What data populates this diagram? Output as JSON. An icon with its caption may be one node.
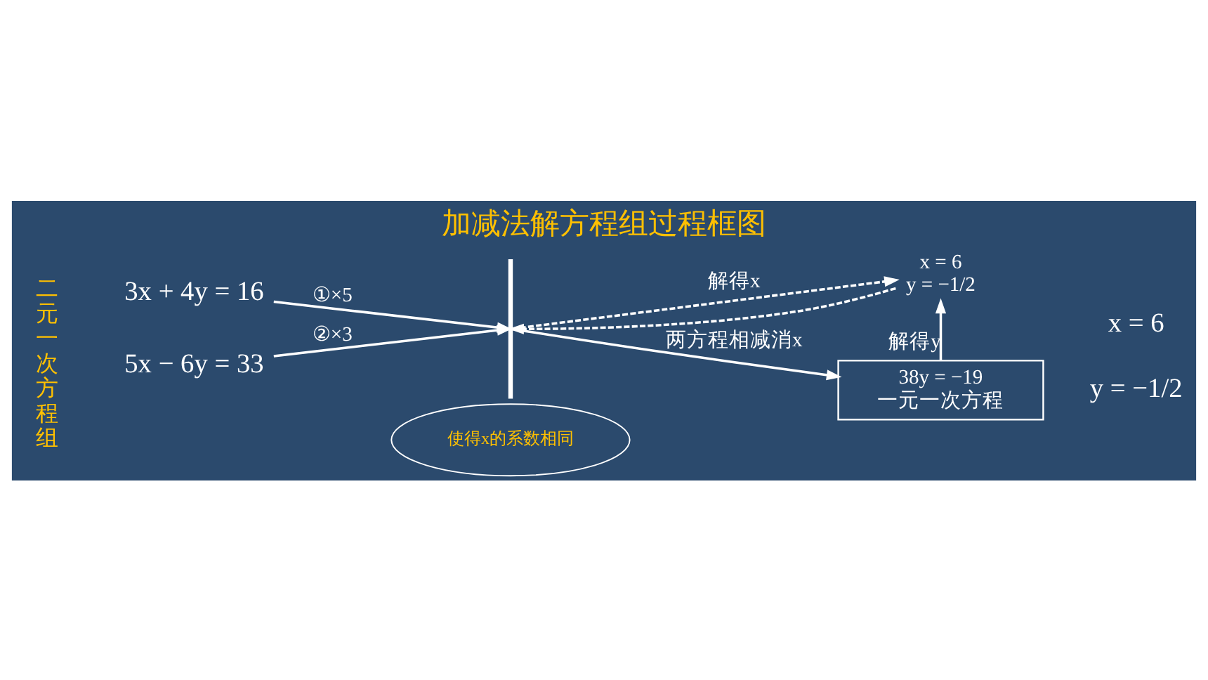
{
  "diagram": {
    "title": "加减法解方程组过程框图",
    "nodes": [
      {
        "text": [
          "3x + 4y = 16"
        ]
      },
      {
        "text": [
          "5x − 6y = 33"
        ]
      },
      {
        "text": [],
        "shape": "bar"
      },
      {
        "text": [
          "x = 6",
          "y = −1/2"
        ]
      },
      {
        "text": [
          "38y = −19",
          "一元一次方程"
        ]
      },
      {
        "text": [
          "使得x的系数相同"
        ]
      }
    ],
    "edges": [
      {
        "from": 0,
        "to": 2,
        "arrow": "to",
        "label": "①×5"
      },
      {
        "from": 1,
        "to": 2,
        "arrow": "to",
        "label": "②×3"
      },
      {
        "from": 2,
        "to": 4,
        "arrow": "to",
        "label": "两方程相减消x"
      },
      {
        "from": 4,
        "to": 3,
        "arrow": "to",
        "label": "解得y"
      },
      {
        "from": 2,
        "to": 3,
        "arrow": "to",
        "label": "解得x",
        "style": "dashed"
      },
      {
        "from": 3,
        "to": 2,
        "arrow": "to",
        "style": "dashed"
      }
    ],
    "labels": [
      "二元一次方程组",
      "x = 6",
      "y = −1/2"
    ]
  }
}
